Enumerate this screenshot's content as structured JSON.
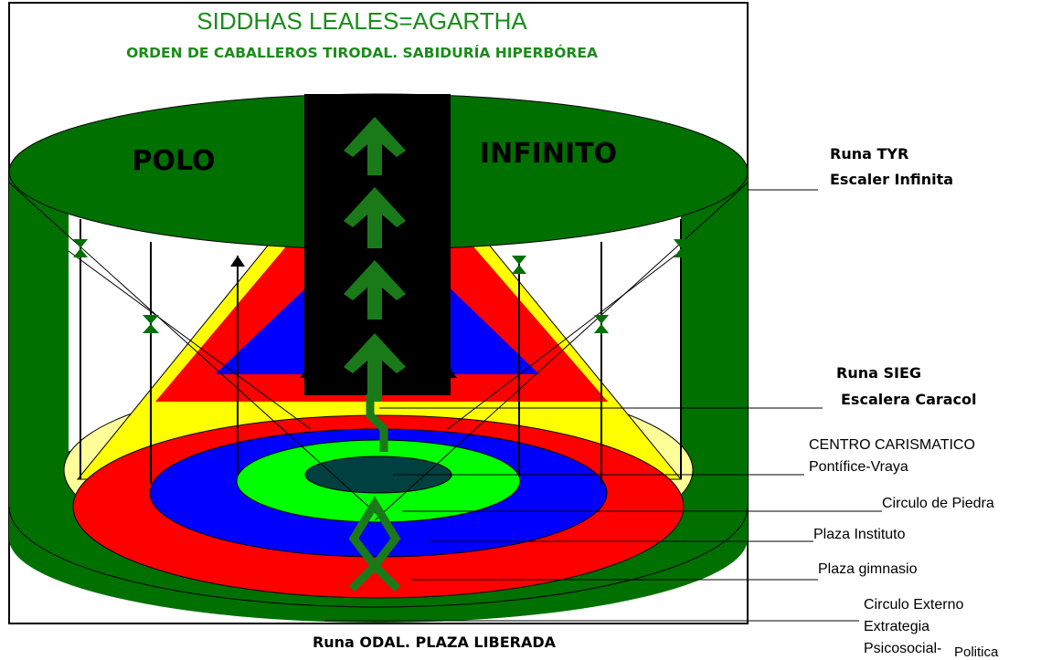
{
  "header": {
    "title": "SIDDHAS LEALES=AGARTHA",
    "subtitle": "ORDEN DE CABALLEROS TIRODAL. SABIDURÍA HIPERBÓREA"
  },
  "disc_labels": {
    "left": "POLO",
    "right": "INFINITO"
  },
  "labels": {
    "runa_tyr": "Runa TYR",
    "escaler_infinita": "Escaler Infinita",
    "runa_sieg": "Runa SIEG",
    "escalera_caracol": "Escalera Caracol",
    "centro_carismatico": "CENTRO CARISMATICO",
    "pontifice_vraya": "Pontífice-Vraya",
    "circulo_piedra": "Circulo de Piedra",
    "plaza_instituto": "Plaza Instituto",
    "plaza_gimnasio": "Plaza  gimnasio",
    "circulo_externo": "Circulo Externo",
    "extrategia": "Extrategia",
    "psicosocial": "Psicosocial-",
    "politica": "Politica",
    "runa_odal": "Runa ODAL. PLAZA LIBERADA"
  },
  "colors": {
    "green": "#007000",
    "yellow": "#ffff00",
    "pale_yellow": "#ffff99",
    "red": "#ff0000",
    "blue": "#0000ff",
    "light_green": "#00ff00",
    "center": "#004040",
    "black": "#000000"
  }
}
